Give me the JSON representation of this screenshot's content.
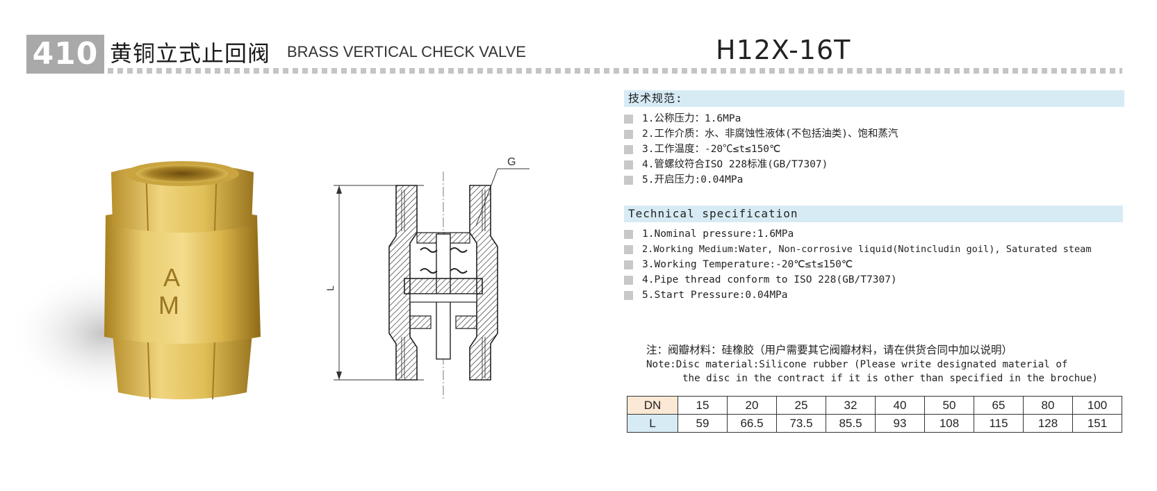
{
  "header": {
    "number": "410",
    "title_cn": "黄铜立式止回阀",
    "title_en": "BRASS VERTICAL CHECK VALVE",
    "model": "H12X-16T"
  },
  "drawing": {
    "label_g": "G",
    "label_l": "L"
  },
  "spec_cn": {
    "title": "技术规范:",
    "items": [
      "1.公称压力：1.6MPa",
      "2.工作介质：水、非腐蚀性液体(不包括油类)、饱和蒸汽",
      "3.工作温度：-20℃≤t≤150℃",
      "4.管螺纹符合ISO 228标准(GB/T7307)",
      "5.开启压力:0.04MPa"
    ]
  },
  "spec_en": {
    "title": "Technical specification",
    "items": [
      "1.Nominal pressure:1.6MPa",
      "2.Working Medium:Water, Non-corrosive liquid(Notincludin goil), Saturated steam",
      "3.Working Temperature:-20℃≤t≤150℃",
      "4.Pipe thread conform to ISO 228(GB/T7307)",
      "5.Start Pressure:0.04MPa"
    ]
  },
  "note": {
    "cn": "注：阀瓣材料：硅橡胶（用户需要其它阀瓣材料，请在供货合同中加以说明）",
    "en_line1": "Note:Disc material:Silicone rubber (Please write designated material of",
    "en_line2": "the disc in the contract if it is other than specified in the brochue)"
  },
  "table": {
    "dn_label": "DN",
    "l_label": "L",
    "dn": [
      "15",
      "20",
      "25",
      "32",
      "40",
      "50",
      "65",
      "80",
      "100"
    ],
    "l": [
      "59",
      "66.5",
      "73.5",
      "85.5",
      "93",
      "108",
      "115",
      "128",
      "151"
    ]
  },
  "colors": {
    "badge": "#a9a9a9",
    "section_bar": "#d7ebf5",
    "dn_header": "#fbe9d6",
    "brass": "#d9b44a"
  },
  "photo": {
    "logo_top": "A",
    "logo_bottom": "M"
  }
}
